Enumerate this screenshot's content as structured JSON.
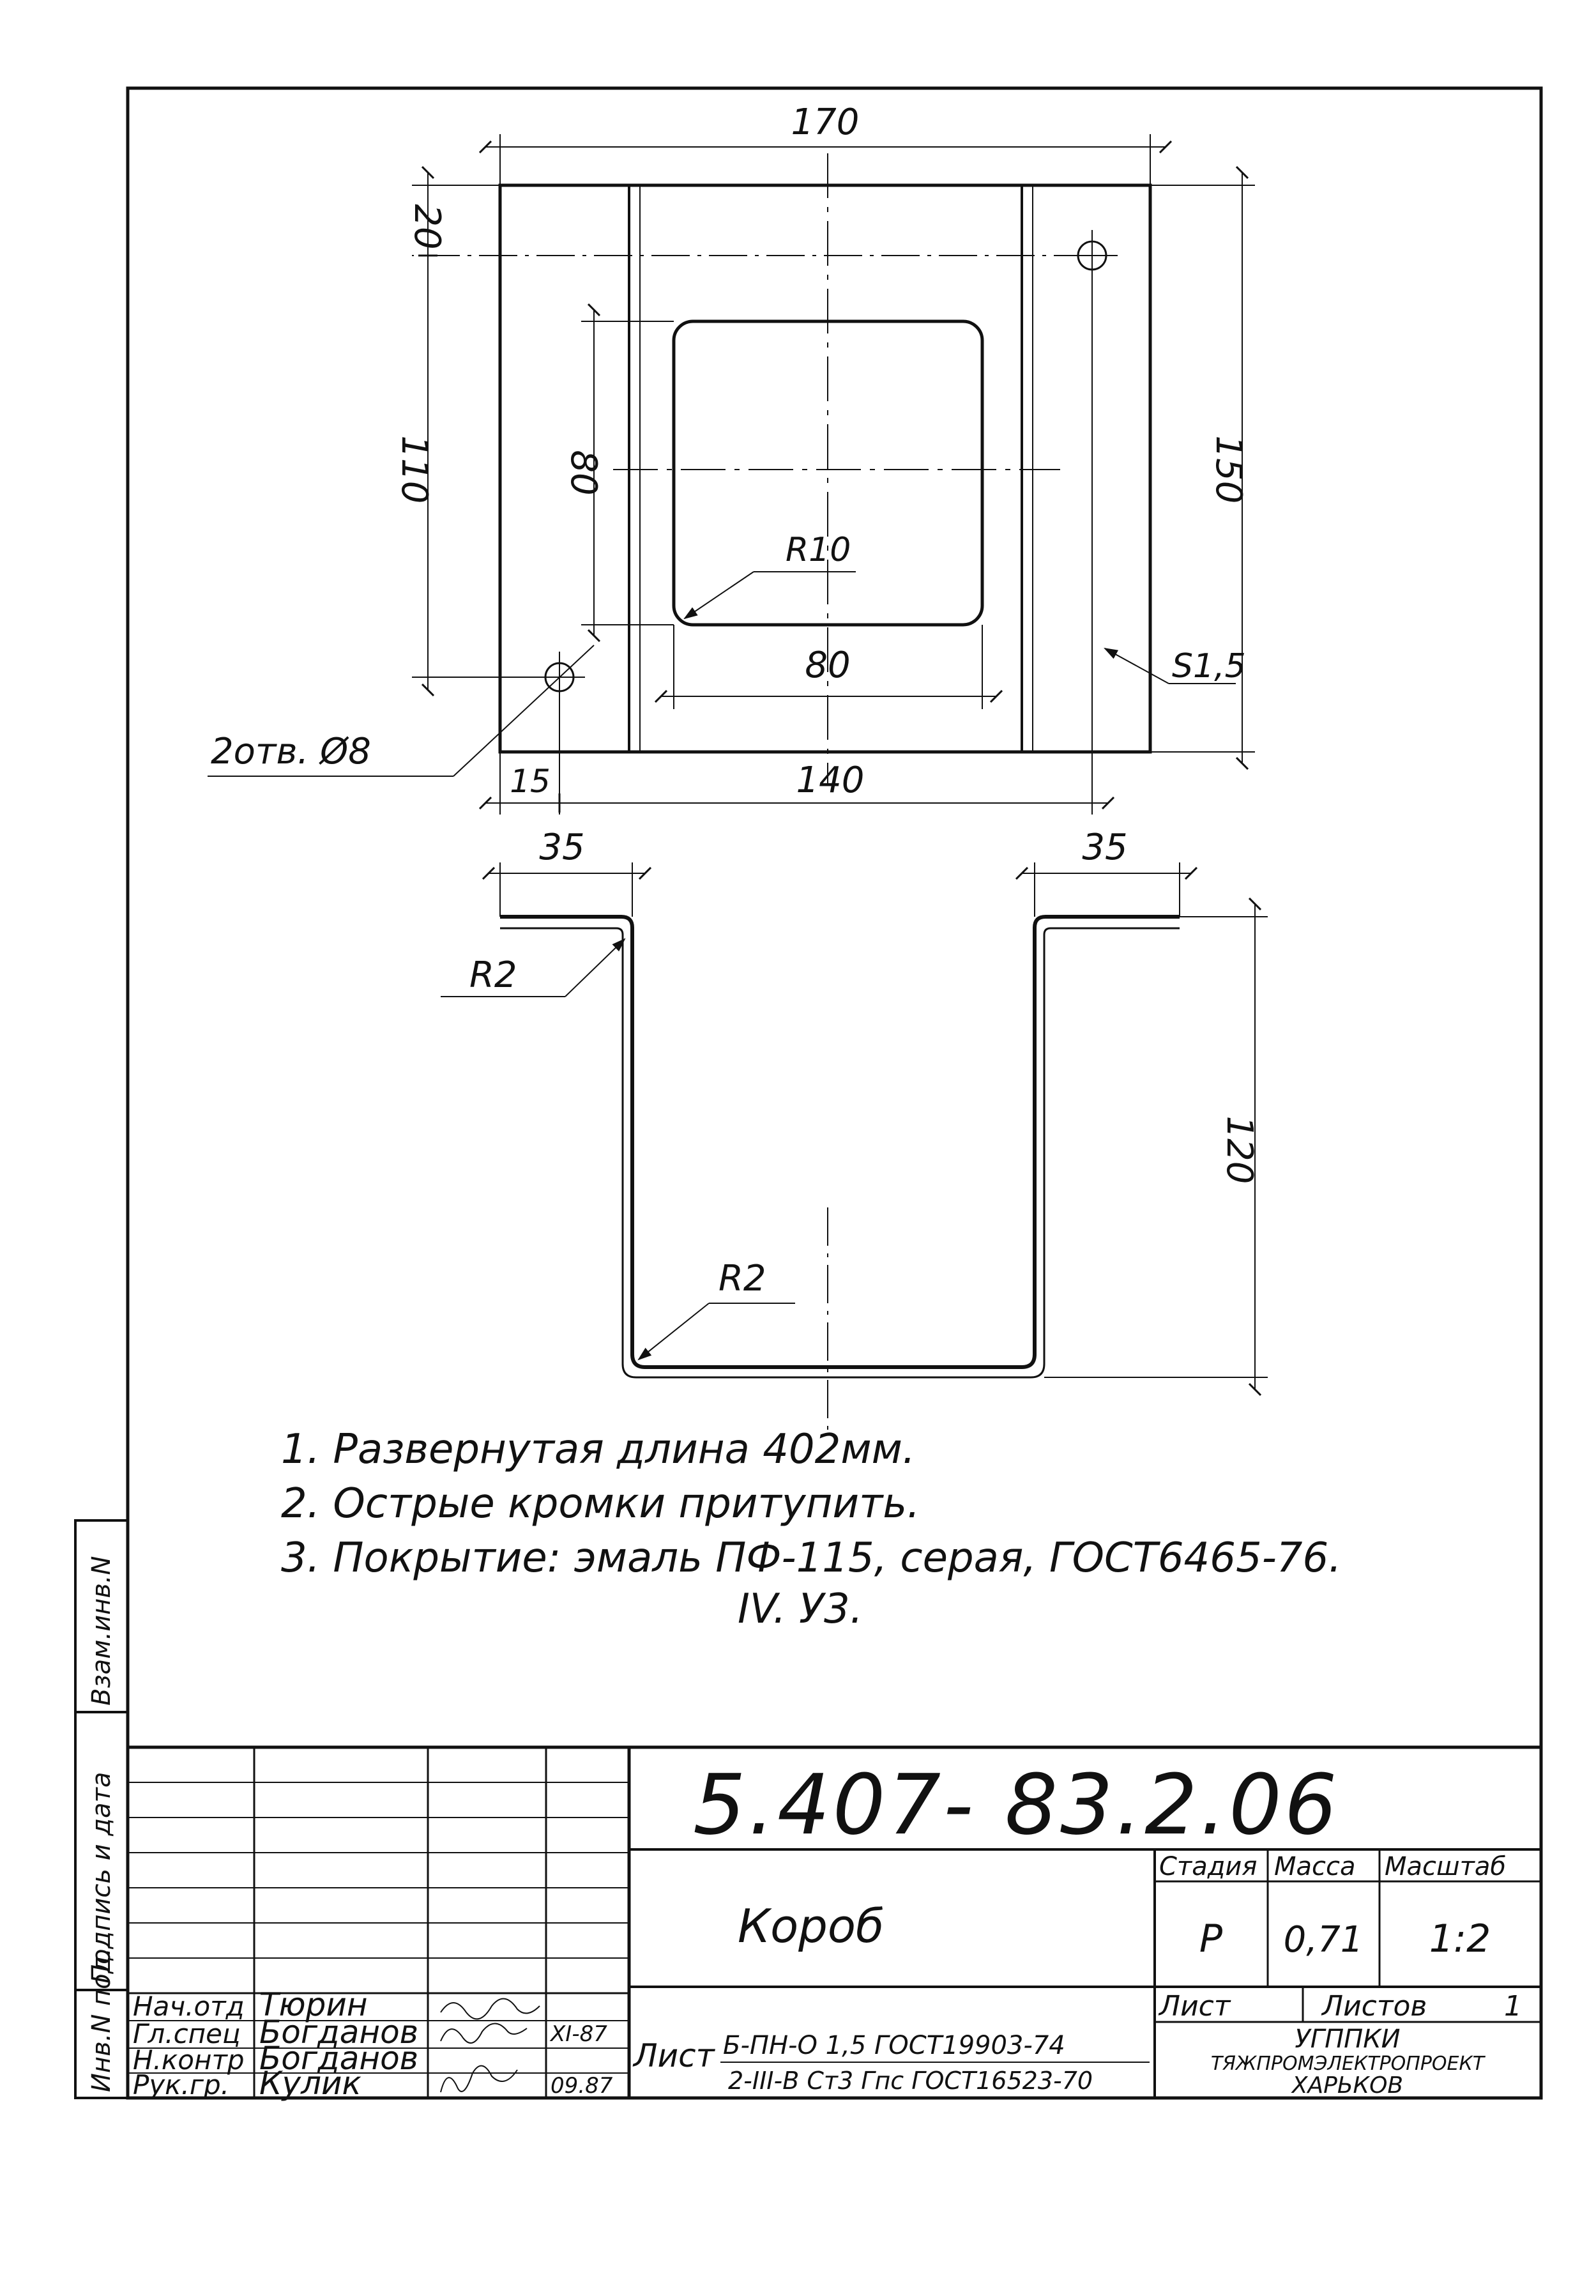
{
  "dimensions": {
    "top_width": "170",
    "hole_offset": "20",
    "hole_spacing": "110",
    "window_height": "80",
    "window_radius": "R10",
    "window_width": "80",
    "plate_height": "150",
    "thickness": "S1,5",
    "holes": "2отв. Ø8",
    "edge_offset": "15",
    "hole_span": "140",
    "flange_left": "35",
    "flange_right": "35",
    "bend_radius_top": "R2",
    "bend_radius_bottom": "R2",
    "section_height": "120"
  },
  "notes": {
    "note1": "1. Развернутая длина 402мм.",
    "note2": "2. Острые кромки притупить.",
    "note3": "3. Покрытие: эмаль ПФ-115, серая, ГОСТ6465-76.",
    "note3b": "IV. У3."
  },
  "side_stamp": {
    "inv_orig": "Инв.N под.",
    "sign_date": "Подпись и дата",
    "repl_inv": "Взам.инв.N"
  },
  "title_block": {
    "doc_code": "5.407- 83.2.06",
    "item_name": "Короб",
    "stage_label": "Стадия",
    "mass_label": "Масса",
    "scale_label": "Масштаб",
    "stage": "Р",
    "mass": "0,71",
    "scale": "1:2",
    "sheet_label": "Лист",
    "sheets_label": "Листов",
    "sheets_total": "1",
    "material_prefix": "Лист",
    "material_line1": "Б-ПН-О 1,5 ГОСТ19903-74",
    "material_line2": "2-III-В Ст3 Гпс ГОСТ16523-70",
    "org_line1": "УГППКИ",
    "org_line2": "ТЯЖПРОМЭЛЕКТРОПРОЕКТ",
    "org_line3": "ХАРЬКОВ",
    "signatures": [
      {
        "role": "Нач.отд",
        "name": "Тюрин",
        "date": ""
      },
      {
        "role": "Гл.спец",
        "name": "Богданов",
        "date": "XI-87"
      },
      {
        "role": "Н.контр",
        "name": "Богданов",
        "date": ""
      },
      {
        "role": "Рук.гр.",
        "name": "Кулик",
        "date": "09.87"
      }
    ]
  }
}
